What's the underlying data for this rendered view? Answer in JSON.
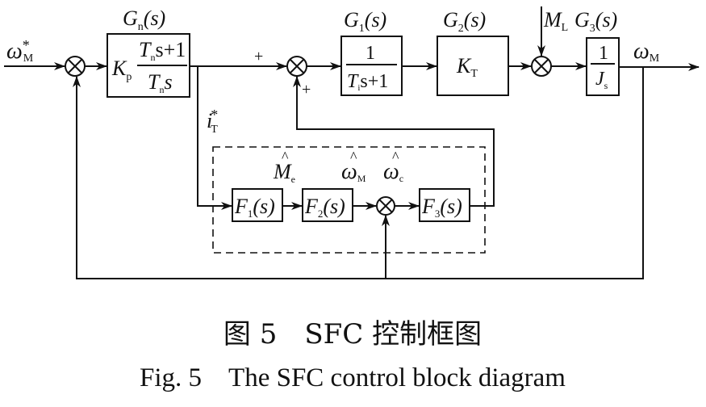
{
  "diagram": {
    "input_signal": {
      "base": "ω",
      "sup": "*",
      "sub": "M"
    },
    "output_signal": {
      "base": "ω",
      "sub": "M"
    },
    "load_torque": {
      "base": "M",
      "sub": "L"
    },
    "current_ref": {
      "base": "i",
      "sup": "*",
      "sub": "T"
    },
    "blocks": {
      "gn": {
        "label": "G",
        "label_sub": "n",
        "label_arg": "(s)",
        "gain": "K",
        "gain_sub": "p",
        "num": "T",
        "num_sub": "n",
        "num_rest": "s+1",
        "den": "T",
        "den_sub": "n",
        "den_rest": "s"
      },
      "g1": {
        "label": "G",
        "label_sub": "1",
        "label_arg": "(s)",
        "num": "1",
        "den": "T",
        "den_sub": "i",
        "den_rest": "s+1"
      },
      "g2": {
        "label": "G",
        "label_sub": "2",
        "label_arg": "(s)",
        "content": "K",
        "content_sub": "T"
      },
      "g3": {
        "label": "G",
        "label_sub": "3",
        "label_arg": "(s)",
        "num": "1",
        "den": "J",
        "den_sub": "s"
      },
      "f1": {
        "name": "F",
        "sub": "1",
        "arg": "(s)"
      },
      "f2": {
        "name": "F",
        "sub": "2",
        "arg": "(s)"
      },
      "f3": {
        "name": "F",
        "sub": "3",
        "arg": "(s)"
      }
    },
    "observer_signals": {
      "me_hat": {
        "base": "M",
        "sub": "e",
        "hat": "^"
      },
      "wm_hat": {
        "base": "ω",
        "sub": "M",
        "hat": "^"
      },
      "wc_hat": {
        "base": "ω",
        "sub": "c",
        "hat": "^"
      }
    },
    "signs": {
      "sum2_left": "+",
      "sum2_bottom": "+"
    }
  },
  "caption": {
    "cn": "图 5　SFC 控制框图",
    "en": "Fig. 5　The SFC control block diagram"
  }
}
